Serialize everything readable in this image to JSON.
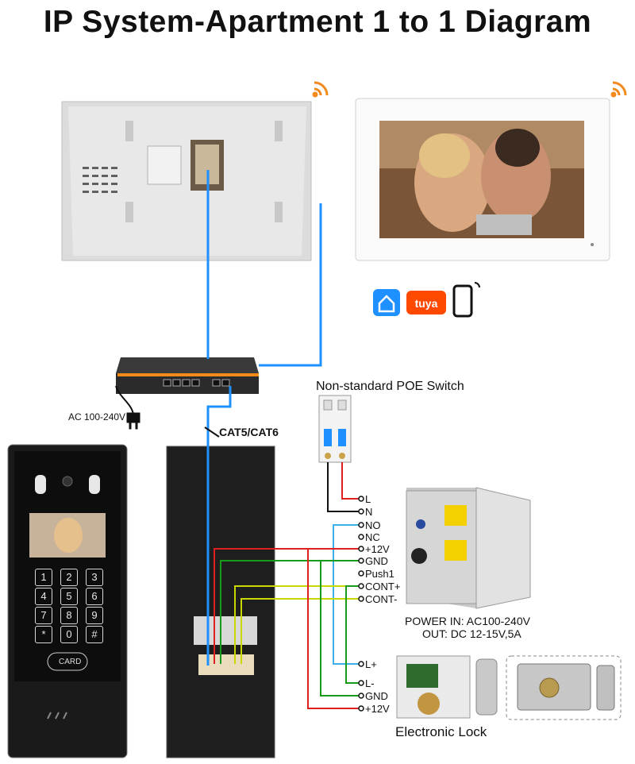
{
  "title": "IP System-Apartment 1 to 1 Diagram",
  "labels": {
    "ac_input": "AC 100-240V",
    "cable": "CAT5/CAT6",
    "poe_switch": "Non-standard POE Switch",
    "power_in": "POWER  IN: AC100-240V",
    "power_out": "OUT: DC 12-15V,5A",
    "lock": "Electronic Lock",
    "tuya": "tuya",
    "card": "CARD"
  },
  "terminals": {
    "breaker": [
      "L",
      "N"
    ],
    "power_supply": [
      "NO",
      "NC",
      "+12V",
      "GND",
      "Push1",
      "CONT+",
      "CONT-"
    ],
    "lock": [
      "L+",
      "L-",
      "GND",
      "+12V"
    ]
  },
  "keypad": [
    "1",
    "2",
    "3",
    "4",
    "5",
    "6",
    "7",
    "8",
    "9",
    "*",
    "0",
    "#"
  ],
  "colors": {
    "network": "#1e90ff",
    "positive": "#e02020",
    "ground": "#1a9a1a",
    "signal": "#c8d800",
    "relay": "#3cb0e8",
    "accent": "#f28a1c"
  }
}
